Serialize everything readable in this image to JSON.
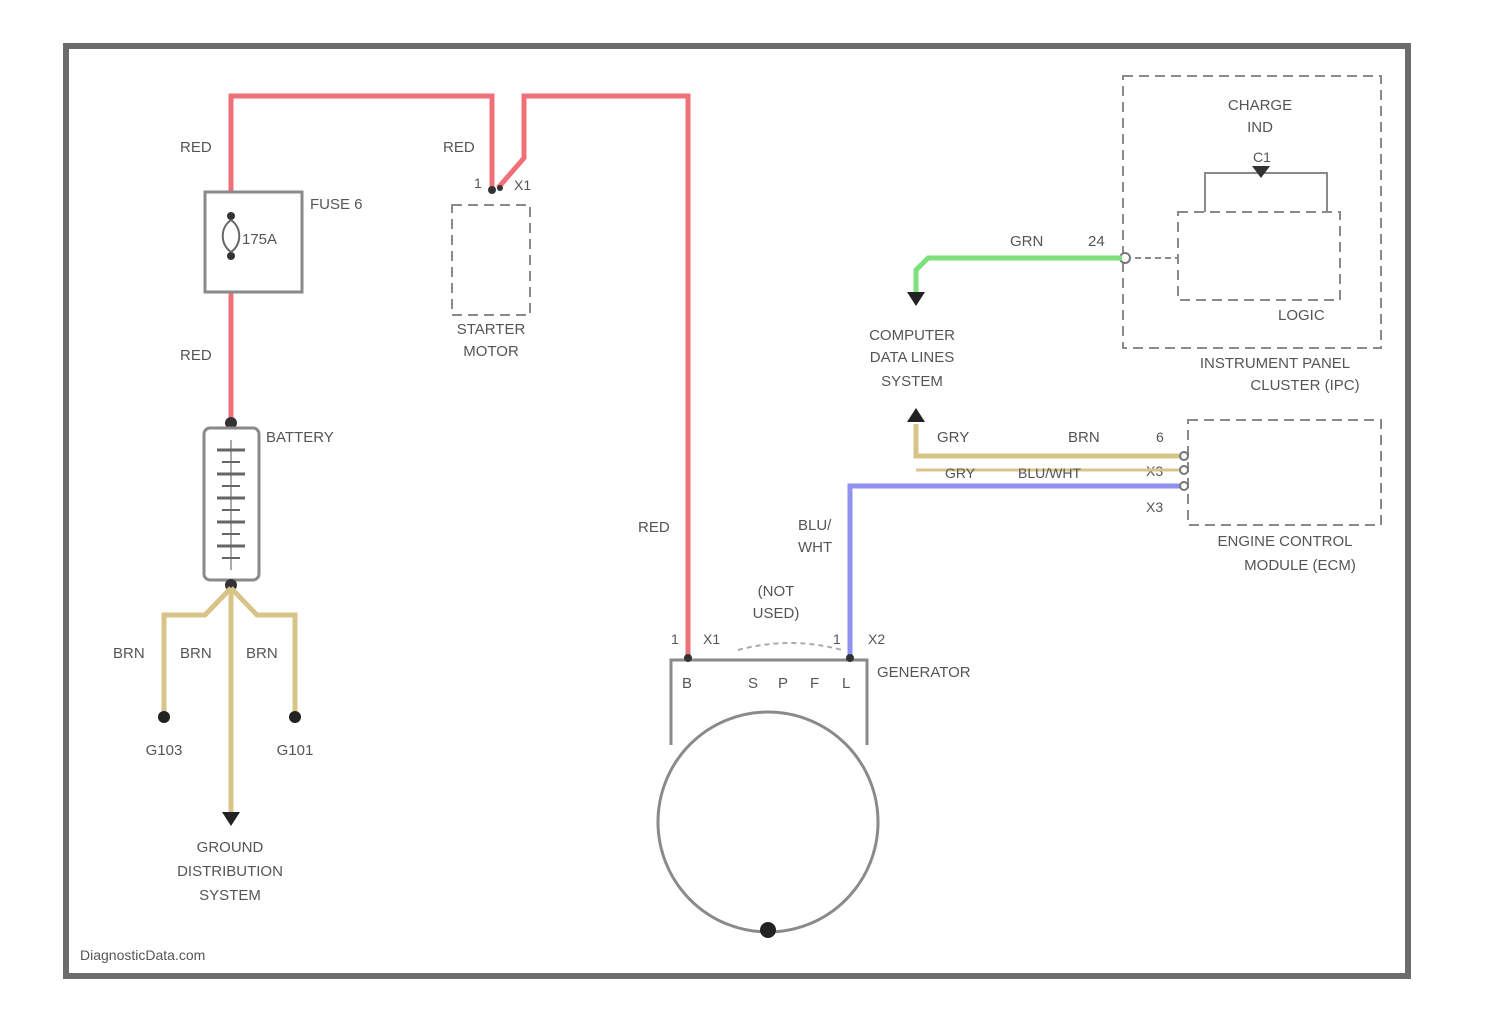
{
  "colors": {
    "red_wire": "#f07078",
    "green_wire": "#7ee07a",
    "brown_wire": "#d8c488",
    "blue_wire": "#8f92ee",
    "frame": "#6c6c6c"
  },
  "wires": {
    "red": "RED",
    "brn": "BRN",
    "grn": "GRN",
    "gry": "GRY",
    "blu_wht": [
      "BLU/",
      "WHT"
    ],
    "blu_wht_inline": "BLU/WHT"
  },
  "fuse": {
    "label": "FUSE 6",
    "rating": "175A"
  },
  "battery": {
    "label": "BATTERY"
  },
  "starter": {
    "label": [
      "STARTER",
      "MOTOR"
    ],
    "pin": "1",
    "pin2": "X1"
  },
  "grounds": {
    "left": "G103",
    "right": "G101"
  },
  "ground_system": [
    "GROUND",
    "DISTRIBUTION",
    "SYSTEM"
  ],
  "computer_system": [
    "COMPUTER",
    "DATA LINES",
    "SYSTEM"
  ],
  "ipc": {
    "label": [
      "INSTRUMENT PANEL",
      "CLUSTER (IPC)"
    ],
    "charge_ind": [
      "CHARGE",
      "IND"
    ],
    "logic": "LOGIC",
    "pin": "24",
    "ind_pin": "C1"
  },
  "ecm": {
    "label": [
      "ENGINE CONTROL",
      "MODULE (ECM)"
    ],
    "pins": [
      "6",
      "X3",
      "X3"
    ]
  },
  "generator": {
    "label": "GENERATOR",
    "not_used": [
      "(NOT",
      "USED)"
    ],
    "terminals": [
      "B",
      "S",
      "P",
      "F",
      "L"
    ],
    "pins": [
      "1",
      "X1",
      "1",
      "X2"
    ]
  },
  "footer": "DiagnosticData.com"
}
